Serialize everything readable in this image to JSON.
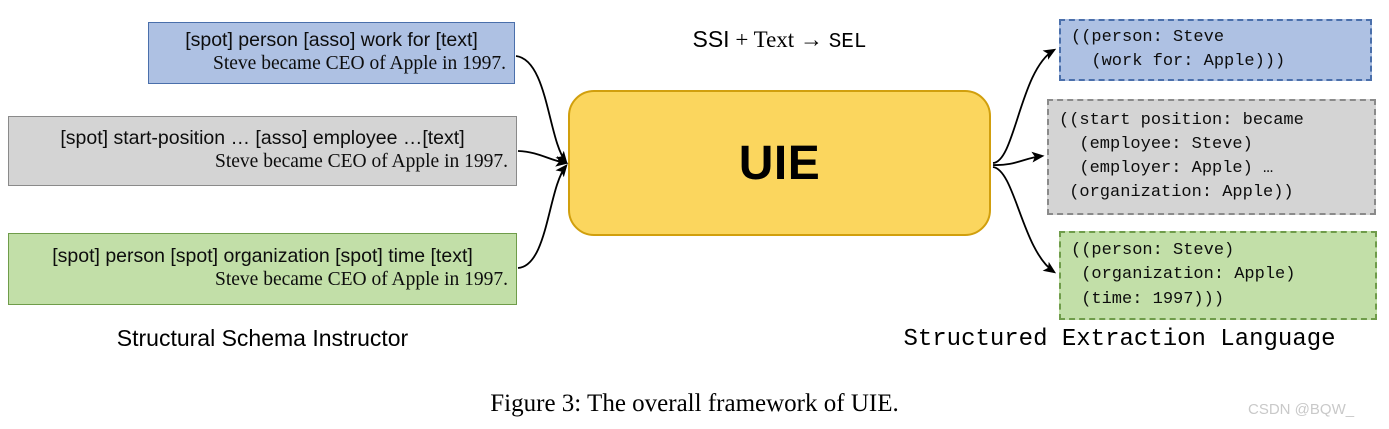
{
  "figure": {
    "caption": "Figure 3: The overall framework of UIE.",
    "watermark": "CSDN @BQW_"
  },
  "formula": {
    "ssi": "SSI",
    "plus": " + ",
    "text": "Text",
    "arrow": " → ",
    "sel": "SEL"
  },
  "model": {
    "label": "UIE",
    "fill_color": "#FBD65E",
    "border_color": "#D19F0D"
  },
  "inputs": {
    "caption": "Structural Schema Instructor",
    "boxes": [
      {
        "schema": "[spot] person [asso] work for [text]",
        "sentence": "Steve became CEO of Apple in 1997.",
        "fill_color": "#AEC1E3",
        "border_color": "#4A6FAB"
      },
      {
        "schema": "[spot] start-position … [asso] employee …[text]",
        "sentence": "Steve became CEO of Apple in 1997.",
        "fill_color": "#D4D4D4",
        "border_color": "#8A8A8A"
      },
      {
        "schema": "[spot] person [spot] organization [spot] time [text]",
        "sentence": "Steve became CEO of Apple in 1997.",
        "fill_color": "#C2DFA8",
        "border_color": "#6F9C4A"
      }
    ]
  },
  "outputs": {
    "caption": "Structured Extraction Language",
    "boxes": [
      {
        "lines": [
          "((person: Steve",
          "  (work for: Apple)))"
        ],
        "fill_color": "#AEC1E3",
        "border_color": "#4A6FAB"
      },
      {
        "lines": [
          "((start position: became",
          "  (employee: Steve)",
          "  (employer: Apple) …",
          " (organization: Apple))"
        ],
        "fill_color": "#D4D4D4",
        "border_color": "#8A8A8A"
      },
      {
        "lines": [
          "((person: Steve)",
          " (organization: Apple)",
          " (time: 1997)))"
        ],
        "fill_color": "#C2DFA8",
        "border_color": "#6F9C4A"
      }
    ]
  }
}
